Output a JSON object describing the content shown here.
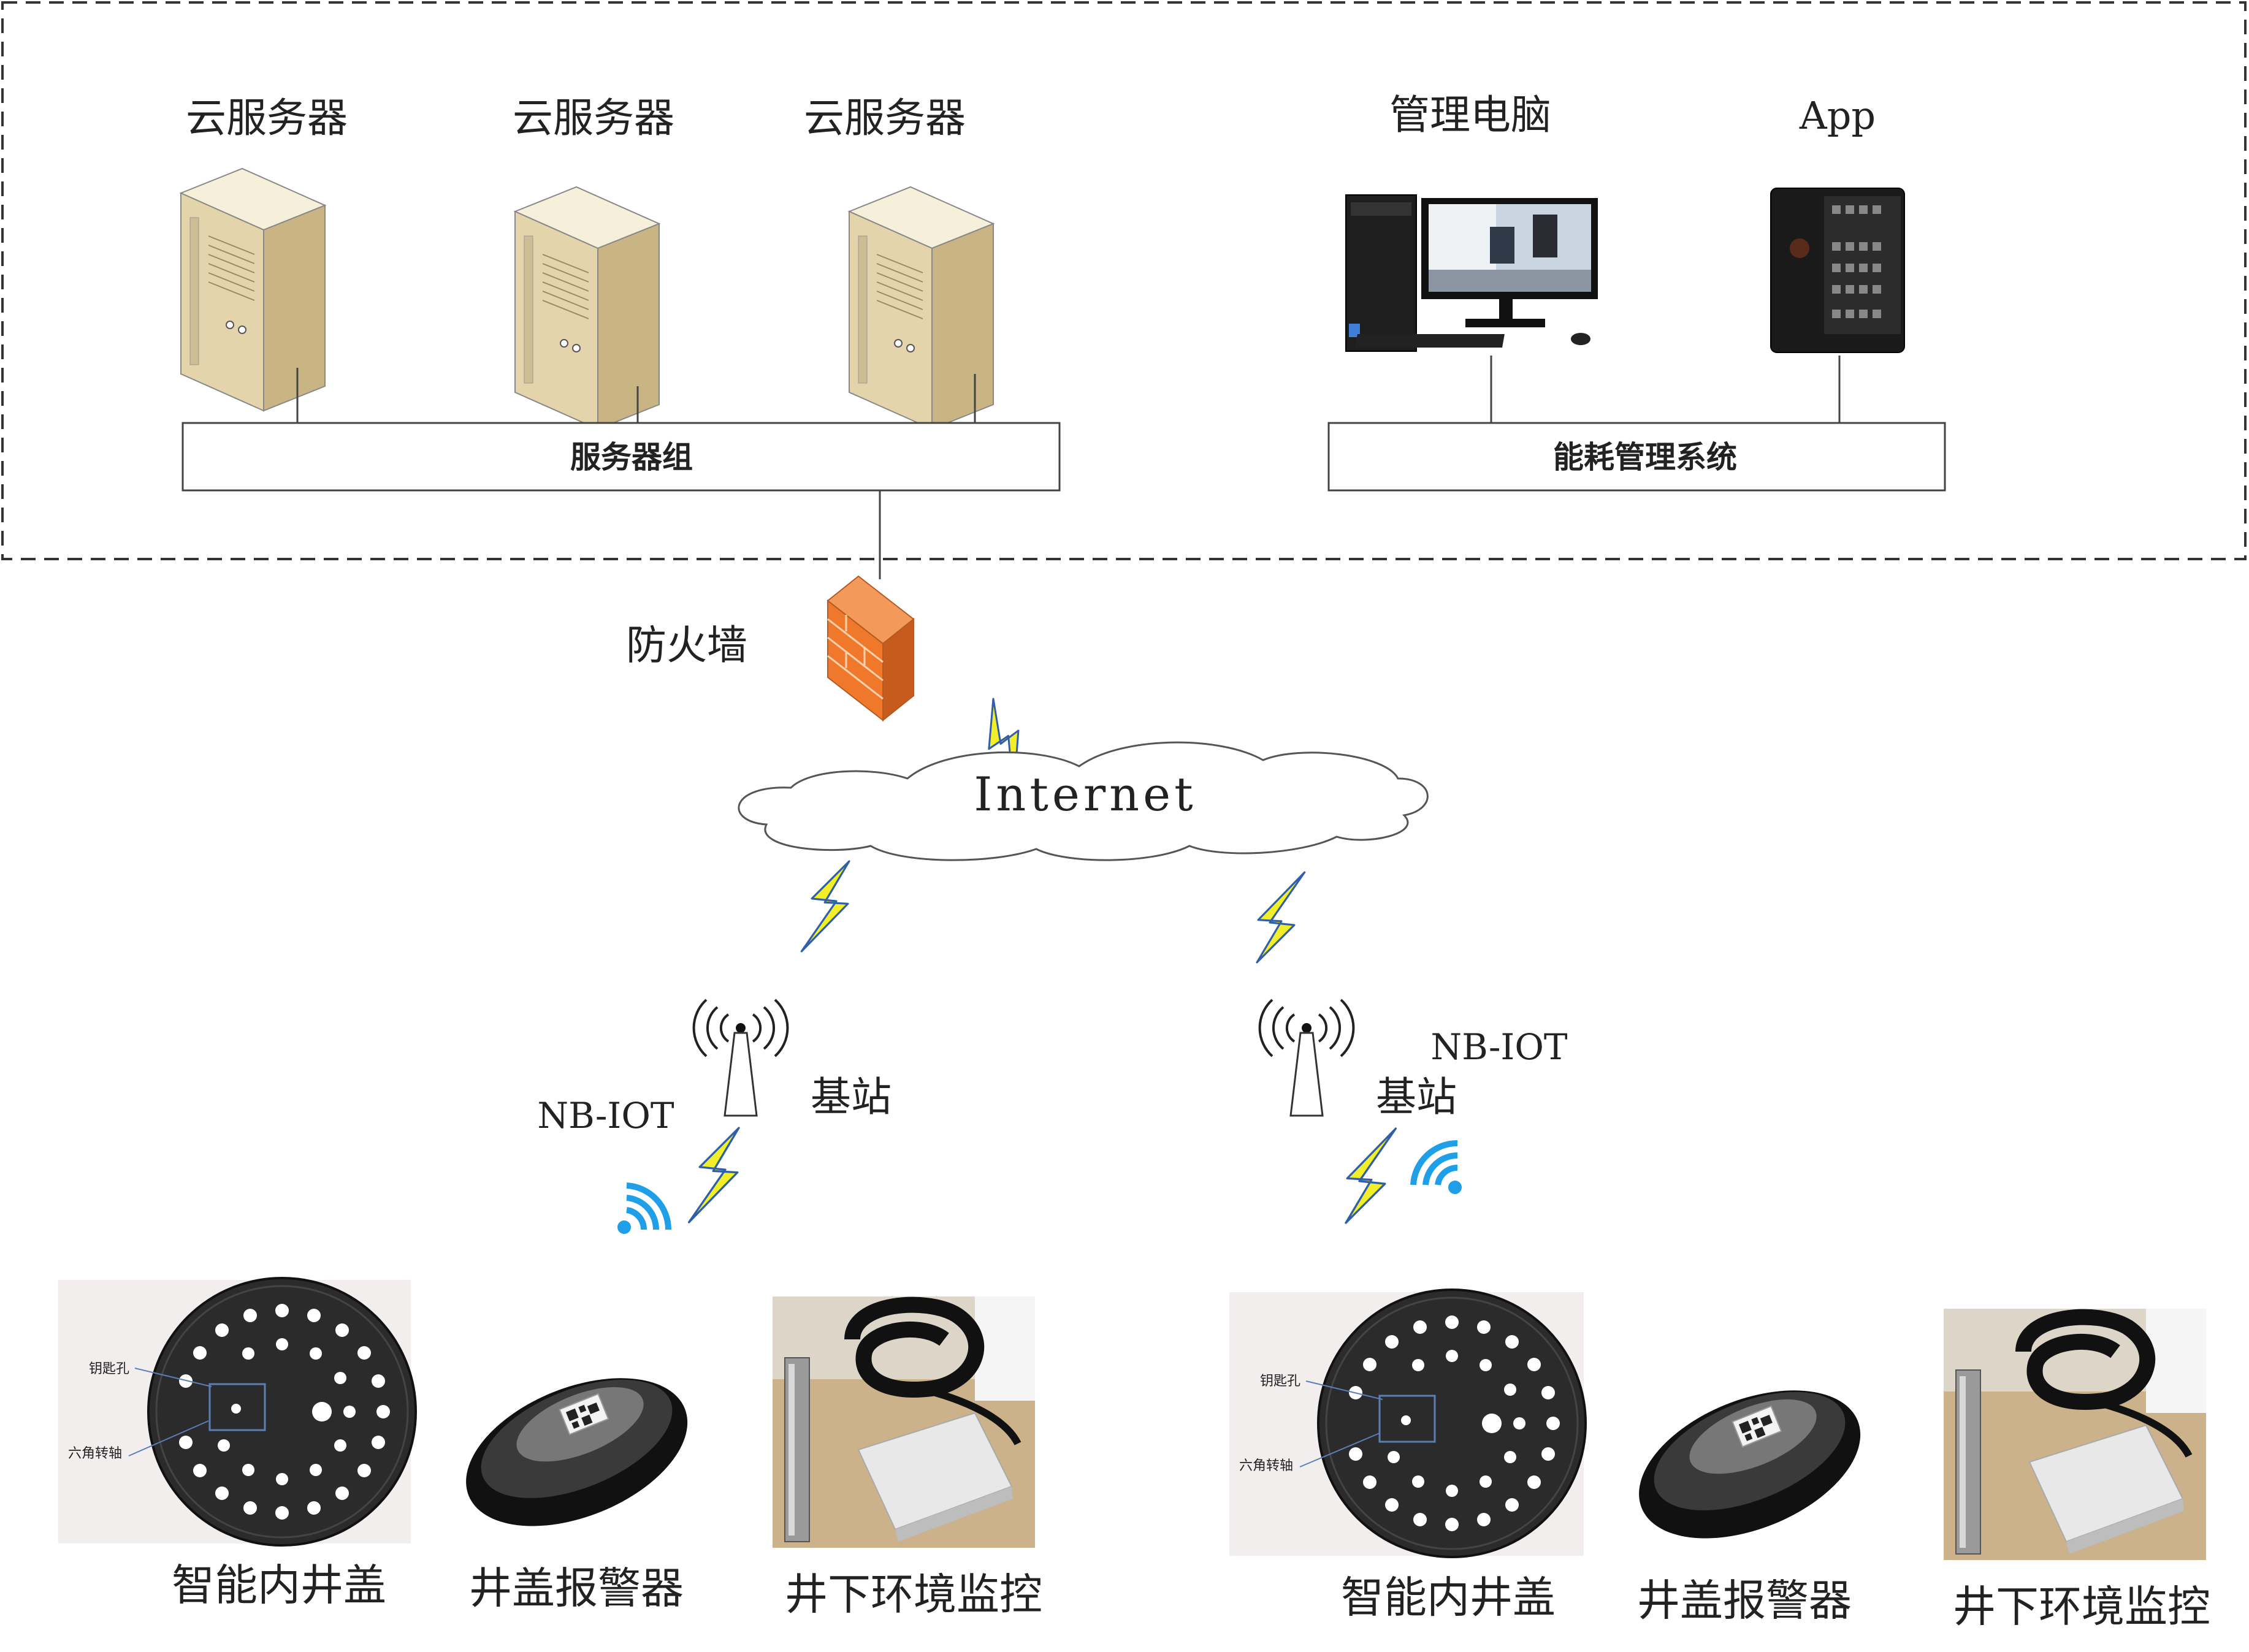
{
  "servers": {
    "labels": [
      "云服务器",
      "云服务器",
      "云服务器"
    ],
    "group_label": "服务器组"
  },
  "management": {
    "pc_label": "管理电脑",
    "app_label": "App",
    "system_label": "能耗管理系统"
  },
  "firewall_label": "防火墙",
  "internet_label": "Internet",
  "left_station": {
    "protocol": "NB-IOT",
    "label": "基站"
  },
  "right_station": {
    "protocol": "NB-IOT",
    "label": "基站"
  },
  "left_devices": {
    "cover": "智能内井盖",
    "alarm": "井盖报警器",
    "monitor": "井下环境监控",
    "key_hole": "钥匙孔",
    "hex_shaft": "六角转轴"
  },
  "right_devices": {
    "cover": "智能内井盖",
    "alarm": "井盖报警器",
    "monitor": "井下环境监控",
    "key_hole": "钥匙孔",
    "hex_shaft": "六角转轴"
  },
  "colors": {
    "bolt_fill": "#f2ee2a",
    "bolt_stroke": "#2f5fa8",
    "wifi": "#1e9fe8",
    "firewall": "#f0782a",
    "server_body": "#e9dcb8"
  }
}
